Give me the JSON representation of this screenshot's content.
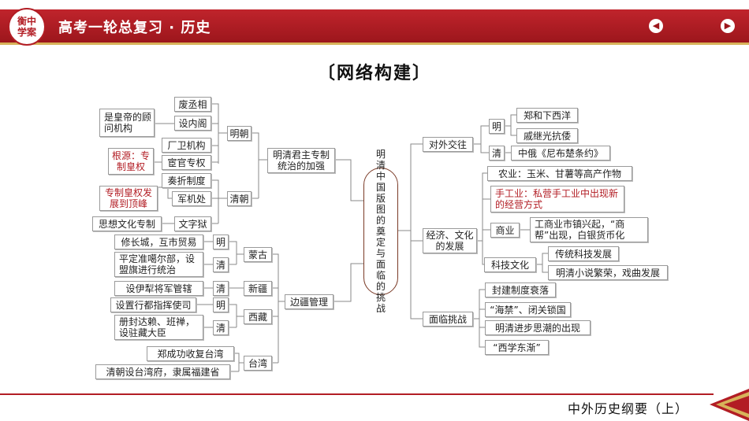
{
  "header": {
    "logo_text": "衡中\n学案",
    "title": "高考一轮总复习 · 历史",
    "prev_icon": "arrow-left-icon",
    "next_icon": "arrow-right-icon",
    "prev_glyph": "◀",
    "next_glyph": "▶"
  },
  "page_title": "〔网络构建〕",
  "center": "明清中国版图的奠定与面临的挑战",
  "left_branches": {
    "ming_qing_centralization": {
      "label": "明清君主专制统治的加强",
      "ming": {
        "label": "明朝",
        "items": [
          "废丞相",
          "设内阁",
          "厂卫机构",
          "宦官专权"
        ],
        "neige_note": "是皇帝的顾问机构",
        "eunuch_note": "根源：专制皇权"
      },
      "qing": {
        "label": "清朝",
        "items": [
          "奏折制度",
          "军机处",
          "文字狱"
        ],
        "junjichu_note": "专制皇权发展到顶峰",
        "wenziyu_note": "思想文化专制"
      }
    },
    "frontier": {
      "label": "边疆管理",
      "mongolia": {
        "label": "蒙古",
        "ming_label": "明",
        "ming_item": "修长城，互市贸易",
        "qing_label": "清",
        "qing_item": "平定准噶尔部，设盟旗进行统治"
      },
      "xinjiang": {
        "label": "新疆",
        "qing_label": "清",
        "qing_item": "设伊犁将军管辖"
      },
      "tibet": {
        "label": "西藏",
        "ming_label": "明",
        "ming_item": "设置行都指挥使司",
        "qing_label": "清",
        "qing_item": "册封达赖、班禅，设驻藏大臣"
      },
      "taiwan": {
        "label": "台湾",
        "items": [
          "郑成功收复台湾",
          "清朝设台湾府，隶属福建省"
        ]
      }
    }
  },
  "right_branches": {
    "foreign": {
      "label": "对外交往",
      "ming_label": "明",
      "ming_items": [
        "郑和下西洋",
        "戚继光抗倭"
      ],
      "qing_label": "清",
      "qing_item": "中俄《尼布楚条约》"
    },
    "economy": {
      "label": "经济、文化的发展",
      "agriculture": "农业：玉米、甘薯等高产作物",
      "handicraft": "手工业：私营手工业中出现新的经营方式",
      "commerce_label": "商业",
      "commerce_item": "工商业市镇兴起，“商帮”出现，白银货币化",
      "science_label": "科技文化",
      "science_items": [
        "传统科技发展",
        "明清小说繁荣，戏曲发展"
      ]
    },
    "challenges": {
      "label": "面临挑战",
      "items": [
        "封建制度衰落",
        "“海禁”、闭关锁国",
        "明清进步思潮的出现",
        "“西学东渐”"
      ]
    }
  },
  "footer": {
    "text": "中外历史纲要（上）"
  },
  "colors": {
    "brand_red": "#b21d24",
    "gold": "#d7b35a",
    "line": "#8a8a8a"
  }
}
